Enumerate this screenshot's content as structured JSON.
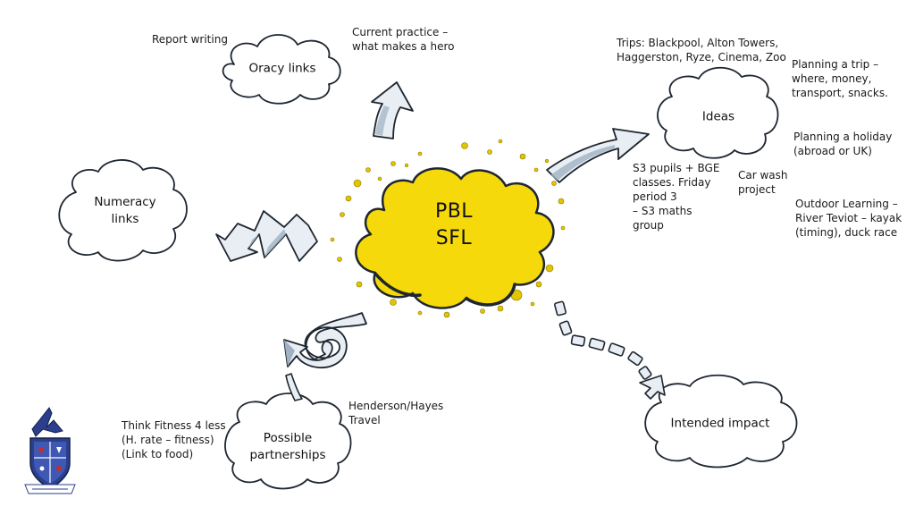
{
  "center": {
    "line1": "PBL",
    "line2": "SFL"
  },
  "clouds": {
    "oracy": {
      "label": "Oracy links"
    },
    "numeracy": {
      "line1": "Numeracy",
      "line2": "links"
    },
    "ideas": {
      "label": "Ideas"
    },
    "partnerships": {
      "line1": "Possible",
      "line2": "partnerships"
    },
    "impact": {
      "label": "Intended impact"
    }
  },
  "notes": {
    "report_writing": "Report writing",
    "current_practice": {
      "line1": "Current practice –",
      "line2": "what makes a hero"
    },
    "trips": {
      "line1": "Trips: Blackpool, Alton Towers,",
      "line2": "Haggerston, Ryze, Cinema, Zoo"
    },
    "planning_trip": {
      "line1": "Planning a trip –",
      "line2": "where, money,",
      "line3": "transport, snacks."
    },
    "planning_holiday": {
      "line1": "Planning a holiday",
      "line2": "(abroad or UK)"
    },
    "s3_pupils": {
      "line1": "S3 pupils + BGE",
      "line2": "classes. Friday",
      "line3": "period 3",
      "line4": "– S3 maths",
      "line5": "group"
    },
    "car_wash": {
      "line1": "Car wash",
      "line2": "project"
    },
    "outdoor": {
      "line1": "Outdoor Learning –",
      "line2": "River Teviot – kayak",
      "line3": "(timing), duck race"
    },
    "henderson": {
      "line1": "Henderson/Hayes",
      "line2": "Travel"
    },
    "fitness": {
      "line1": "Think Fitness 4 less",
      "line2": "(H. rate – fitness)",
      "line3": "(Link to food)"
    }
  },
  "colors": {
    "center_fill": "#f5d90a",
    "center_dots": "#e2c400",
    "arrow_fill": "#e8eef4",
    "arrow_shade": "#9fb1c2",
    "outline": "#1e2630",
    "crest_blue": "#2b3f8c",
    "crest_red": "#c0302e"
  }
}
